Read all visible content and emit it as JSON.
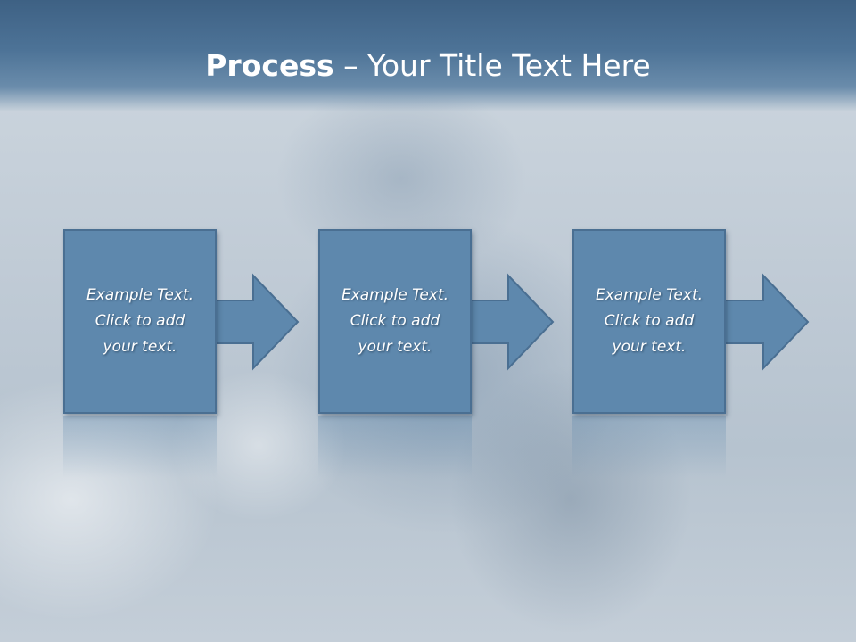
{
  "slide": {
    "title_bold": "Process",
    "title_rest": " – Your Title Text Here"
  },
  "steps": [
    {
      "text": "Example Text.\nClick  to add\nyour text."
    },
    {
      "text": "Example Text.\nClick  to add\nyour text."
    },
    {
      "text": "Example Text.\nClick  to add\nyour text."
    }
  ],
  "colors": {
    "box_fill": "#5e88ad",
    "box_border": "#4a6f92",
    "title_bar": "#4d7397"
  },
  "icons": {
    "step_arrow": "right-arrow-icon"
  }
}
